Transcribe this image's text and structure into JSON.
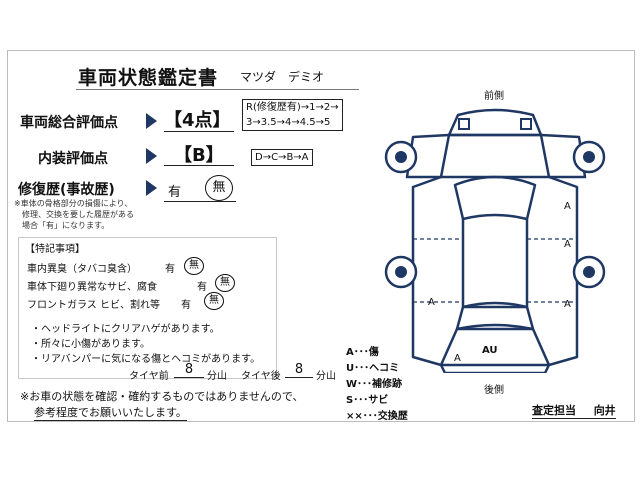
{
  "header": {
    "title": "車両状態鑑定書",
    "model": "マツダ　デミオ"
  },
  "overall": {
    "label": "車両総合評価点",
    "value": "【4点】",
    "scale_line1": "R(修復歴有)→1→2→",
    "scale_line2": "3→3.5→4→4.5→5"
  },
  "interior": {
    "label": "内装評価点",
    "value": "【B】",
    "scale": "D→C→B→A"
  },
  "repair": {
    "label": "修復歴(事故歴)",
    "yes": "有",
    "no": "無",
    "note1": "※車体の骨格部分の損傷により、",
    "note2": "　修理、交換を要した履歴がある",
    "note3": "　場合「有」になります。"
  },
  "special": {
    "heading": "【特記事項】",
    "odor": {
      "label": "車内異臭（タバコ臭含）",
      "yes": "有",
      "no": "無"
    },
    "rust": {
      "label": "車体下廻り異常なサビ、腐食",
      "yes": "有",
      "no": "無"
    },
    "glass": {
      "label": "フロントガラス ヒビ、割れ等",
      "yes": "有",
      "no": "無"
    },
    "notes": [
      "・ヘッドライトにクリアハゲがあります。",
      "・所々に小傷があります。",
      "・リアバンパーに気になる傷とヘコミがあります。"
    ],
    "tire_front_label": "タイヤ前",
    "tire_front_value": "8",
    "tire_front_unit": "分山",
    "tire_rear_label": "タイヤ後",
    "tire_rear_value": "8",
    "tire_rear_unit": "分山"
  },
  "footer": {
    "line1": "※お車の状態を確認・確約するものではありませんので、",
    "line2": "参考程度でお願いいたします。"
  },
  "diagram": {
    "front_label": "前側",
    "rear_label": "後側",
    "marks": {
      "right_door_front": "A",
      "right_door_rear": "A",
      "right_rear_fender": "A",
      "left_rear_fender": "A",
      "rear_corner": "A",
      "rear_bumper": "AU"
    }
  },
  "legend": [
    "A･･･傷",
    "U･･･ヘコミ",
    "W･･･補修跡",
    "S･･･サビ",
    "××･･･交換歴"
  ],
  "inspector": {
    "label": "査定担当",
    "name": "向井"
  }
}
